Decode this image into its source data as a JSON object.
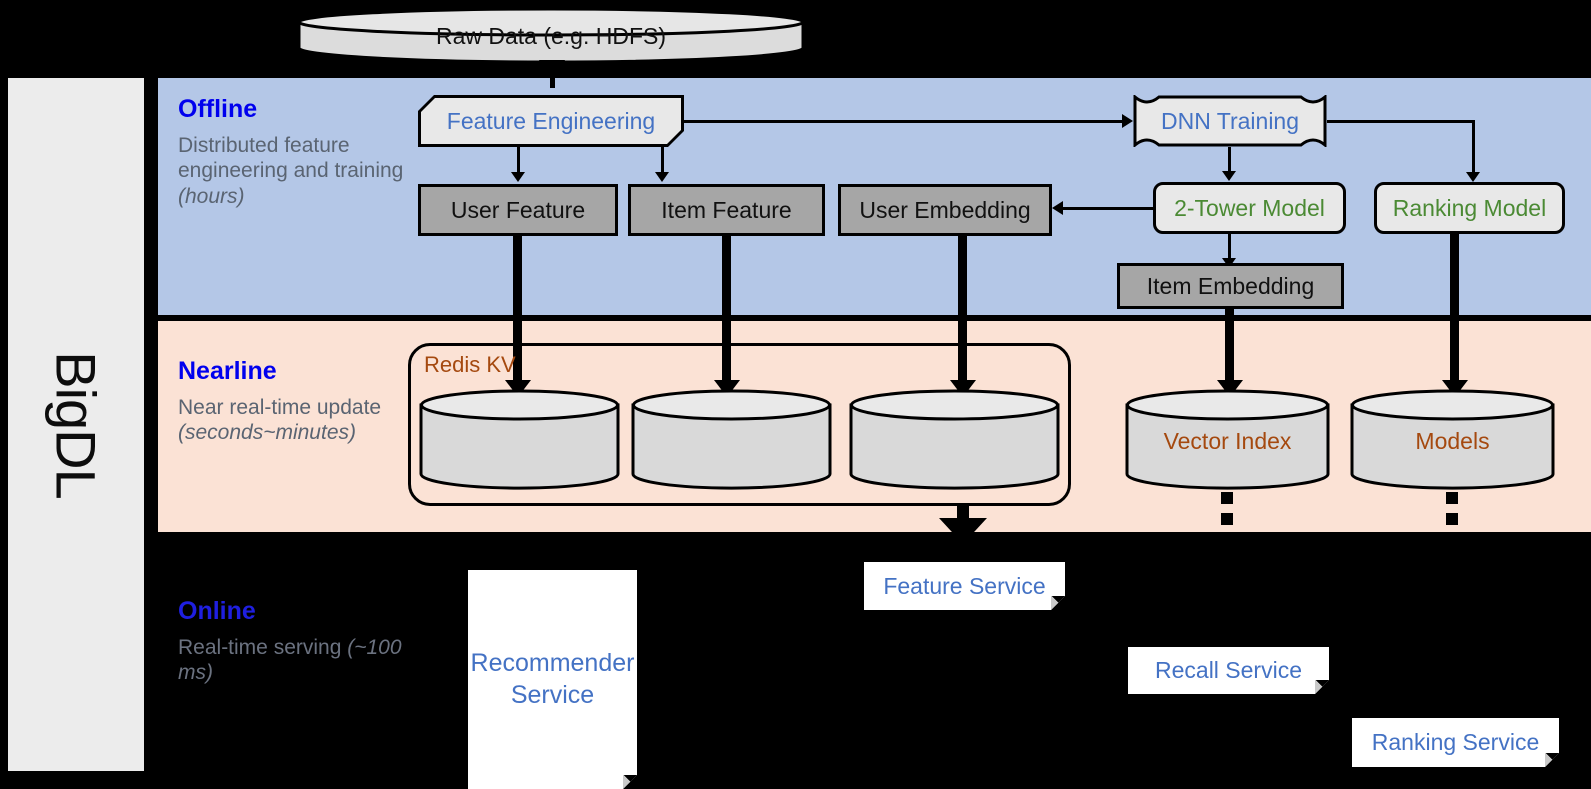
{
  "sidebar": {
    "label": "BigDL"
  },
  "bands": {
    "offline": {
      "title": "Offline",
      "sub_line1": "Distributed feature engineering and training ",
      "sub_italic": "(hours)"
    },
    "nearline": {
      "title": "Nearline",
      "sub_line1": "Near real-time update ",
      "sub_italic": "(seconds~minutes)"
    },
    "online": {
      "title": "Online",
      "sub_line1": "Real-time serving ",
      "sub_italic": "(~100 ms)"
    }
  },
  "nodes": {
    "raw_data": "Raw Data (e.g. HDFS)",
    "feature_engineering": "Feature Engineering",
    "dnn_training": "DNN Training",
    "user_feature": "User Feature",
    "item_feature": "Item Feature",
    "user_embedding": "User Embedding",
    "two_tower_model": "2-Tower Model",
    "ranking_model": "Ranking Model",
    "item_embedding": "Item Embedding",
    "redis_kv": "Redis KV",
    "vector_index": "Vector Index",
    "models": "Models",
    "feature_service": "Feature Service",
    "recommender_service": "Recommender Service",
    "recall_service": "Recall Service",
    "ranking_service": "Ranking Service"
  },
  "colors": {
    "offline_band": "#b4c7e7",
    "nearline_band": "#fbe2d5",
    "online_band": "#000000",
    "band_title": "#0000ee",
    "band_sub": "#5a6472",
    "process_text": "#4472c4",
    "model_text": "#4b8a34",
    "store_text": "#a5490f",
    "grey_box": "#a6a6a6",
    "sidebar_bg": "#ececec"
  }
}
